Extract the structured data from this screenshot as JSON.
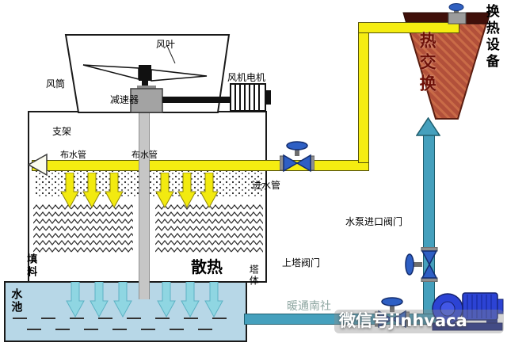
{
  "diagram": {
    "tower": {
      "fan_blade": "风叶",
      "fan_motor": "风机电机",
      "reducer": "减速器",
      "air_duct": "风筒",
      "support": "支架",
      "dist_pipe_left": "布水管",
      "dist_pipe_right": "布水管",
      "fill": "填料",
      "heat_dissipation": "散热",
      "tower_body": "塔体",
      "pool": "水池"
    },
    "piping": {
      "inlet_pipe": "进水管",
      "pump_inlet_valve": "水泵进口阀门",
      "tower_valve": "上塔阀门"
    },
    "exchanger": {
      "heat_exchange": "热交换",
      "equipment": "换热设备"
    },
    "watermark": {
      "brand": "暖通南社",
      "wechat": "微信号jinhvaca"
    },
    "colors": {
      "hot_water_pipe": "#f5ed11",
      "cold_water_pipe": "#45a0bd",
      "heat_exchanger_body": "#b2503a",
      "pool_water": "#b7d7e7",
      "valve": "#2e5fc4",
      "pump": "#2c43d4",
      "shaft": "#c6c6c6"
    }
  }
}
